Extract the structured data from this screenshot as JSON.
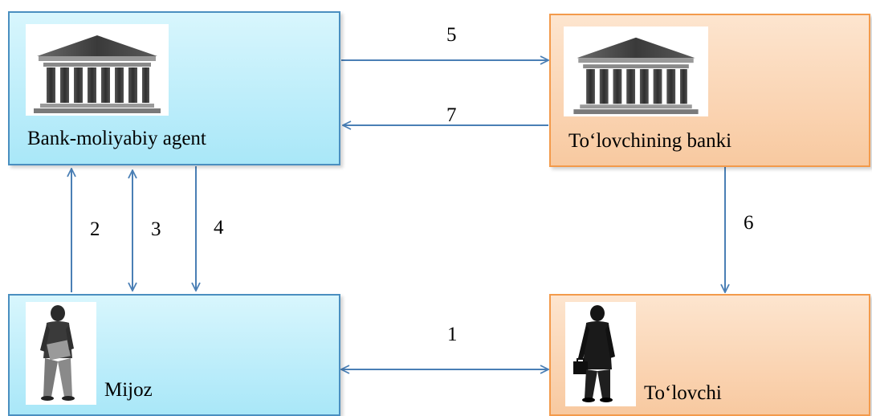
{
  "nodes": {
    "bank_agent": {
      "label": "Bank-moliyabiy agent",
      "icon": "bank-building-icon"
    },
    "payer_bank": {
      "label": "To‘lovchining banki",
      "icon": "bank-building-icon"
    },
    "client": {
      "label": "Mijoz",
      "icon": "person-icon"
    },
    "payer": {
      "label": "To‘lovchi",
      "icon": "businessman-icon"
    }
  },
  "edges": [
    {
      "from": "bank_agent",
      "to": "payer_bank",
      "label": "5"
    },
    {
      "from": "payer_bank",
      "to": "bank_agent",
      "label": "7"
    },
    {
      "from": "client",
      "to": "bank_agent",
      "label": "2"
    },
    {
      "from": "client",
      "to": "bank_agent",
      "label": "3",
      "bidirectional": true
    },
    {
      "from": "bank_agent",
      "to": "client",
      "label": "4"
    },
    {
      "from": "payer_bank",
      "to": "payer",
      "label": "6"
    },
    {
      "from": "client",
      "to": "payer",
      "label": "1",
      "bidirectional": true
    }
  ],
  "colors": {
    "edge": "#4a7fb5",
    "blue_border": "#4a8fc0",
    "orange_border": "#f39a4b"
  }
}
